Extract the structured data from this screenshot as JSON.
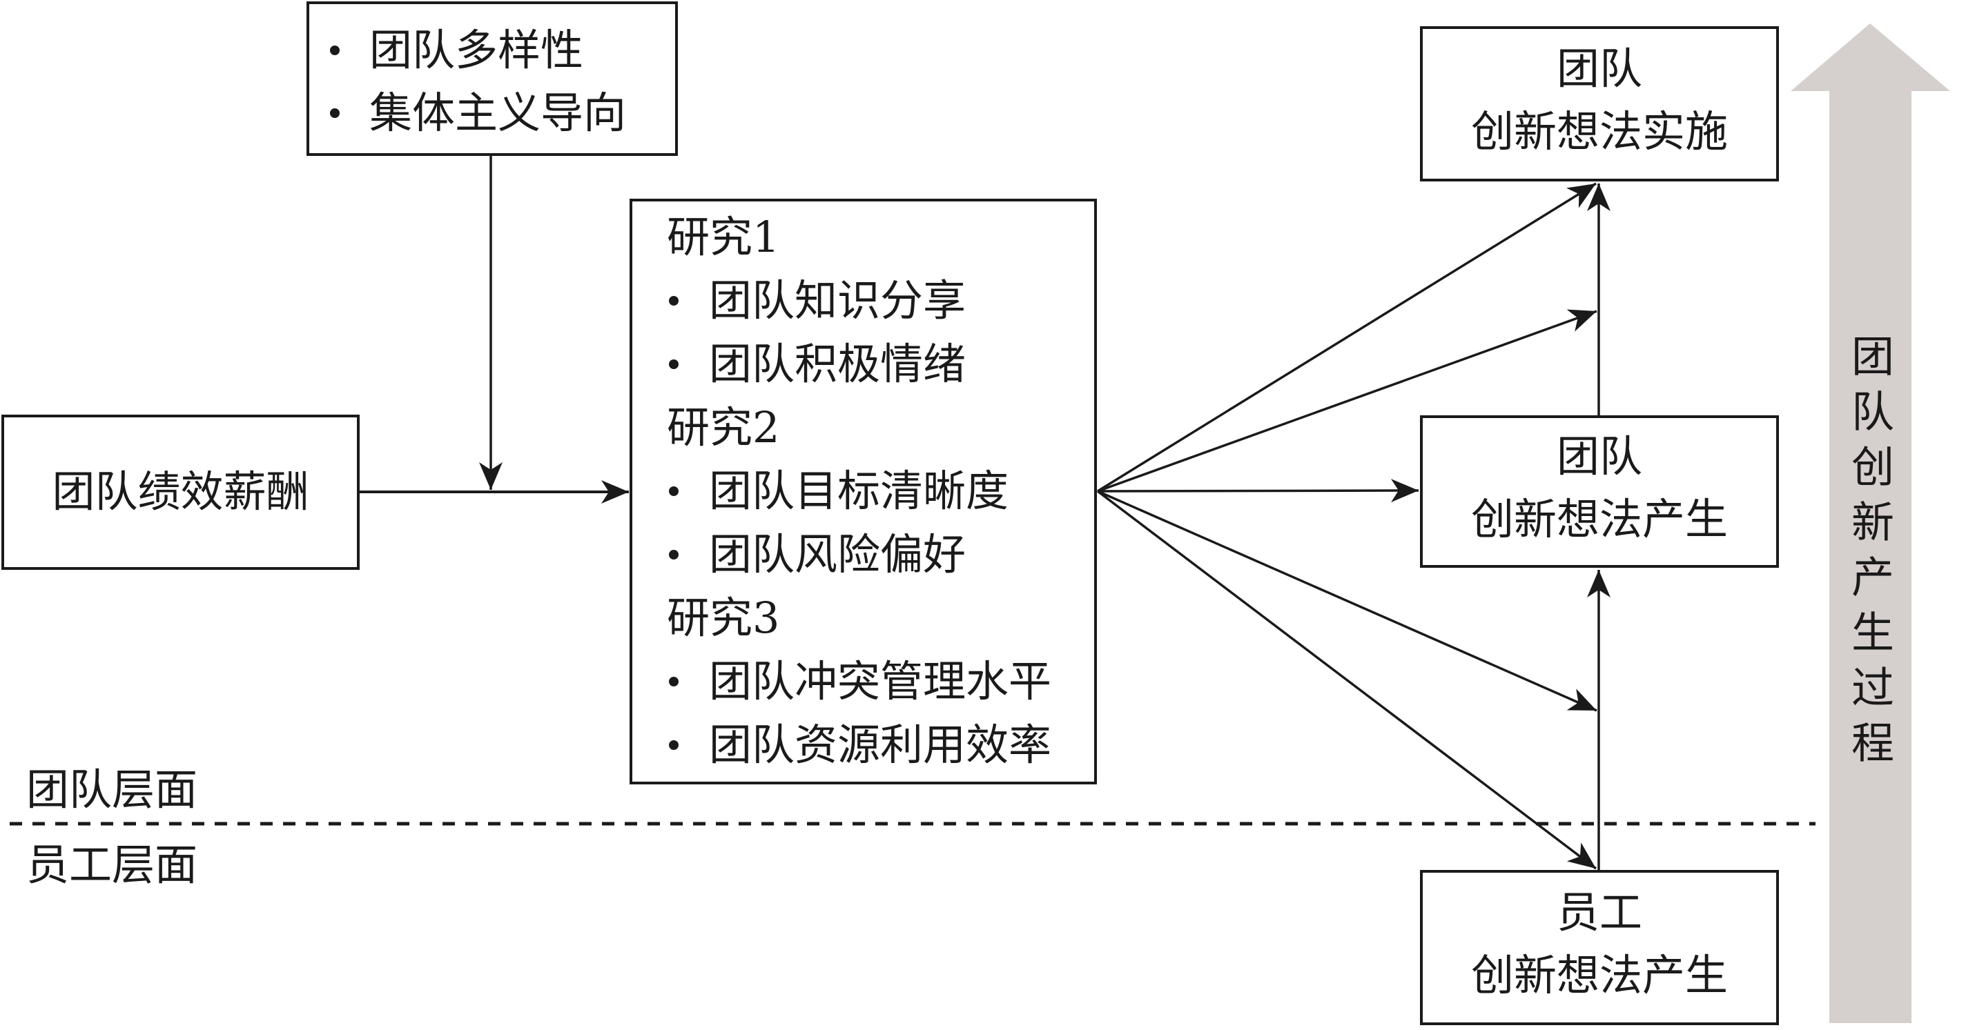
{
  "diagram": {
    "moderators": {
      "items": [
        "团队多样性",
        "集体主义导向"
      ]
    },
    "antecedent": {
      "label": "团队绩效薪酬"
    },
    "mediators": {
      "groups": [
        {
          "title": "研究1",
          "items": [
            "团队知识分享",
            "团队积极情绪"
          ]
        },
        {
          "title": "研究2",
          "items": [
            "团队目标清晰度",
            "团队风险偏好"
          ]
        },
        {
          "title": "研究3",
          "items": [
            "团队冲突管理水平",
            "团队资源利用效率"
          ]
        }
      ]
    },
    "outcomes": {
      "team_implementation": {
        "line1": "团队",
        "line2": "创新想法实施"
      },
      "team_generation": {
        "line1": "团队",
        "line2": "创新想法产生"
      },
      "employee_generation": {
        "line1": "员工",
        "line2": "创新想法产生"
      }
    },
    "levels": {
      "team": "团队层面",
      "employee": "员工层面"
    },
    "process_arrow": {
      "label": "团队创新产生过程",
      "direction": "up"
    },
    "edges": [
      {
        "from": "团队绩效薪酬",
        "to": "mediators"
      },
      {
        "from": "moderators",
        "to": "团队绩效薪酬→mediators",
        "type": "moderation"
      },
      {
        "from": "mediators",
        "to": "团队创新想法实施"
      },
      {
        "from": "mediators",
        "to": "团队创新想法产生→团队创新想法实施"
      },
      {
        "from": "mediators",
        "to": "团队创新想法产生"
      },
      {
        "from": "mediators",
        "to": "员工创新想法产生→团队创新想法产生"
      },
      {
        "from": "mediators",
        "to": "员工创新想法产生"
      },
      {
        "from": "团队创新想法产生",
        "to": "团队创新想法实施"
      },
      {
        "from": "员工创新想法产生",
        "to": "团队创新想法产生"
      }
    ]
  },
  "colors": {
    "ink": "#1a1a1a",
    "process_arrow": "#d5cfcd",
    "background": "#ffffff"
  }
}
